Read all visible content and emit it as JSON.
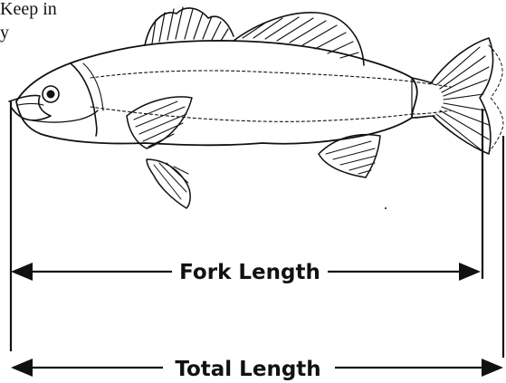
{
  "caption_fragments": [
    "Keep in",
    "y"
  ],
  "labels": {
    "fork_length": "Fork Length",
    "total_length": "Total Length"
  },
  "colors": {
    "ink": "#111111",
    "background": "#ffffff"
  }
}
